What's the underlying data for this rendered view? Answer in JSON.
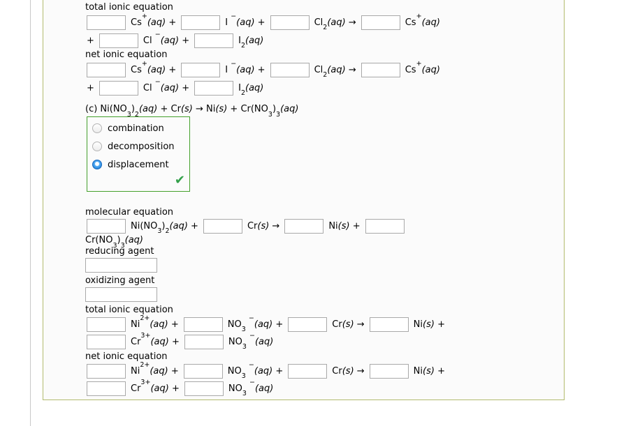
{
  "panel": {
    "bg": "#fbfbfb",
    "border_color": "#b2bb6e"
  },
  "divider_color": "#c8c8c8",
  "colors": {
    "input_border": "#a9a9a9",
    "text": "#000000"
  },
  "top_equation_blocks": [
    {
      "label": "total ionic equation",
      "rows": [
        [
          {
            "box": true
          },
          {
            "f": "Cs^{+}~{(aq)} +"
          },
          {
            "box": true
          },
          {
            "f": "I ^{−}~{(aq)} +"
          },
          {
            "box": true
          },
          {
            "f": "Cl_{2}~{(aq)} →"
          },
          {
            "box": true
          },
          {
            "f": "Cs^{+}~{(aq)}"
          }
        ],
        [
          {
            "f": "+"
          },
          {
            "box": true
          },
          {
            "f": "Cl ^{−}~{(aq)} +"
          },
          {
            "box": true
          },
          {
            "f": "I_{2}~{(aq)}"
          }
        ]
      ]
    },
    {
      "label": "net ionic equation",
      "rows": [
        [
          {
            "box": true
          },
          {
            "f": "Cs^{+}~{(aq)} +"
          },
          {
            "box": true
          },
          {
            "f": "I ^{−}~{(aq)} +"
          },
          {
            "box": true
          },
          {
            "f": "Cl_{2}~{(aq)} →"
          },
          {
            "box": true
          },
          {
            "f": "Cs^{+}~{(aq)}"
          }
        ],
        [
          {
            "f": "+"
          },
          {
            "box": true
          },
          {
            "f": "Cl ^{−}~{(aq)} +"
          },
          {
            "box": true
          },
          {
            "f": "I_{2}~{(aq)}"
          }
        ]
      ]
    }
  ],
  "question_c": {
    "f": "(c) Ni(NO_{3})_{2}~{(aq)} + Cr~{(s)} → Ni~{(s)} + Cr(NO_{3})_{3}~{(aq)}"
  },
  "classification": {
    "options": [
      {
        "label": "combination",
        "selected": false
      },
      {
        "label": "decomposition",
        "selected": false
      },
      {
        "label": "displacement",
        "selected": true
      }
    ],
    "checkmark_glyph": "✔",
    "box_border": "#44a02c",
    "check_color": "#33a04a",
    "radio_selected_color": "#1e7fd6"
  },
  "molecular": {
    "label": "molecular equation",
    "row": [
      {
        "box": true
      },
      {
        "f": "Ni(NO_{3})_{2}~{(aq)} +"
      },
      {
        "box": true
      },
      {
        "f": "Cr~{(s)} →"
      },
      {
        "box": true
      },
      {
        "f": "Ni~{(s)} +"
      },
      {
        "box": true
      }
    ],
    "continuation_f": "Cr(NO_{3})_{3}~{(aq)}"
  },
  "agents": [
    {
      "label": "reducing agent"
    },
    {
      "label": "oxidizing agent"
    }
  ],
  "bottom_equation_blocks": [
    {
      "label": "total ionic equation",
      "rows": [
        [
          {
            "box": true
          },
          {
            "f": "Ni^{2+}~{(aq)} +"
          },
          {
            "box": true
          },
          {
            "f": "NO_{3} ^{−}~{(aq)} +"
          },
          {
            "box": true
          },
          {
            "f": "Cr~{(s)} →"
          },
          {
            "box": true
          },
          {
            "f": "Ni~{(s)} +"
          }
        ],
        [
          {
            "box": true
          },
          {
            "f": "Cr^{3+}~{(aq)} +"
          },
          {
            "box": true
          },
          {
            "f": "NO_{3} ^{−}~{(aq)}"
          }
        ]
      ]
    },
    {
      "label": "net ionic equation",
      "rows": [
        [
          {
            "box": true
          },
          {
            "f": "Ni^{2+}~{(aq)} +"
          },
          {
            "box": true
          },
          {
            "f": "NO_{3} ^{−}~{(aq)} +"
          },
          {
            "box": true
          },
          {
            "f": "Cr~{(s)} →"
          },
          {
            "box": true
          },
          {
            "f": "Ni~{(s)} +"
          }
        ],
        [
          {
            "box": true
          },
          {
            "f": "Cr^{3+}~{(aq)} +"
          },
          {
            "box": true
          },
          {
            "f": "NO_{3} ^{−}~{(aq)}"
          }
        ]
      ]
    }
  ]
}
